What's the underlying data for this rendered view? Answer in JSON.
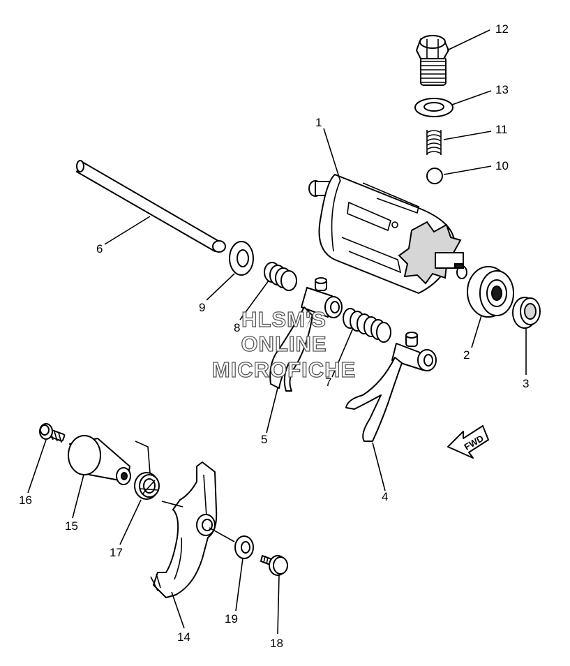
{
  "callouts": {
    "p1": "1",
    "p2": "2",
    "p3": "3",
    "p4": "4",
    "p5": "5",
    "p6": "6",
    "p7": "7",
    "p8": "8",
    "p9": "9",
    "p10": "10",
    "p11": "11",
    "p12": "12",
    "p13": "13",
    "p14": "14",
    "p15": "15",
    "p16": "16",
    "p17": "17",
    "p18": "18",
    "p19": "19"
  },
  "watermark": {
    "line1": "HLSM'S",
    "line2": "ONLINE",
    "line3": "MICROFICHE"
  },
  "arrow_label": "FWD"
}
